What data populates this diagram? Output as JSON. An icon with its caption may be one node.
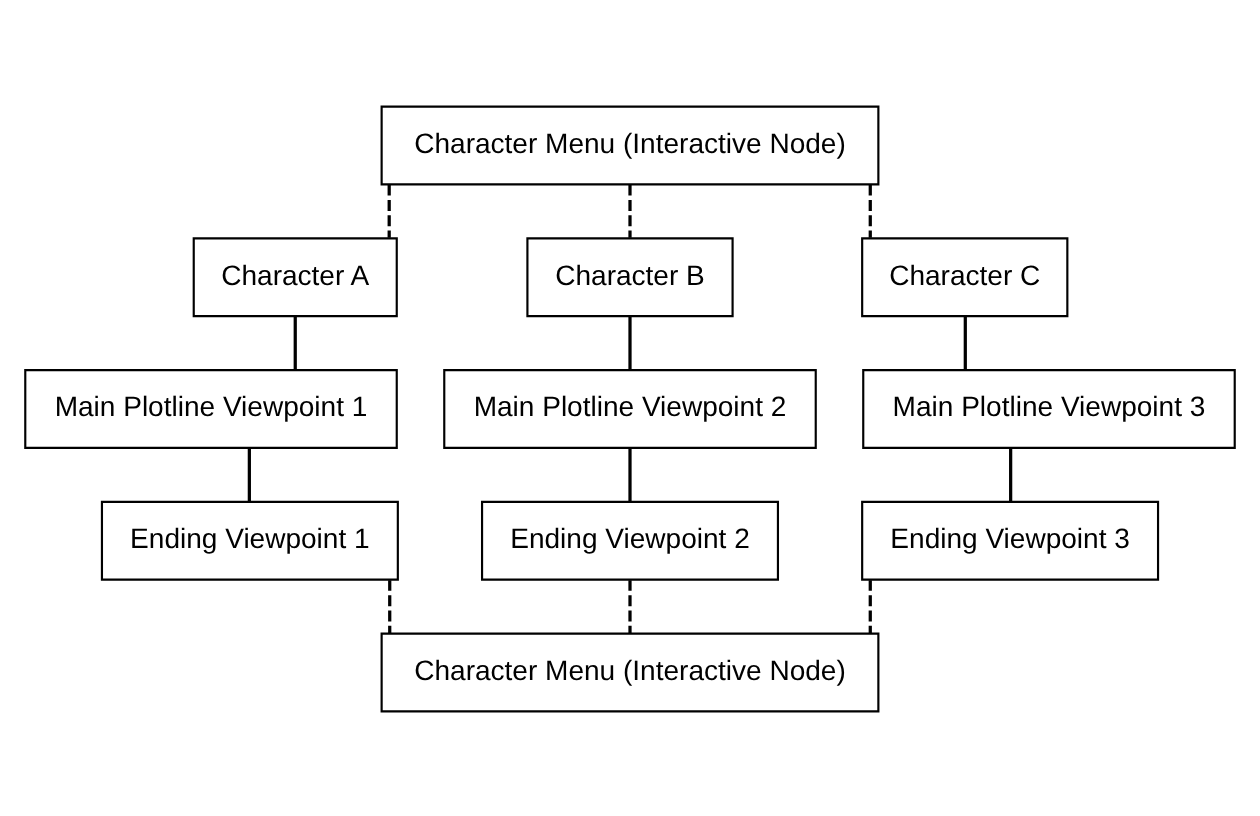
{
  "diagram": {
    "nodes": [
      {
        "text": [
          "Character Menu (Interactive Node)"
        ]
      },
      {
        "text": [
          "Character A"
        ]
      },
      {
        "text": [
          "Character B"
        ]
      },
      {
        "text": [
          "Character C"
        ]
      },
      {
        "text": [
          "Main Plotline Viewpoint 1"
        ]
      },
      {
        "text": [
          "Main Plotline Viewpoint 2"
        ]
      },
      {
        "text": [
          "Main Plotline Viewpoint 3"
        ]
      },
      {
        "text": [
          "Ending Viewpoint 1"
        ]
      },
      {
        "text": [
          "Ending Viewpoint 2"
        ]
      },
      {
        "text": [
          "Ending Viewpoint 3"
        ]
      },
      {
        "text": [
          "Character Menu (Interactive Node)"
        ]
      }
    ],
    "edges": [
      {
        "from": 0,
        "to": 1,
        "arrow": "none",
        "style": "dashed"
      },
      {
        "from": 0,
        "to": 2,
        "arrow": "none",
        "style": "dashed"
      },
      {
        "from": 0,
        "to": 3,
        "arrow": "none",
        "style": "dashed"
      },
      {
        "from": 1,
        "to": 4,
        "arrow": "none"
      },
      {
        "from": 2,
        "to": 5,
        "arrow": "none"
      },
      {
        "from": 3,
        "to": 6,
        "arrow": "none"
      },
      {
        "from": 4,
        "to": 7,
        "arrow": "none"
      },
      {
        "from": 5,
        "to": 8,
        "arrow": "none"
      },
      {
        "from": 6,
        "to": 9,
        "arrow": "none"
      },
      {
        "from": 7,
        "to": 10,
        "arrow": "none",
        "style": "dashed"
      },
      {
        "from": 8,
        "to": 10,
        "arrow": "none",
        "style": "dashed"
      },
      {
        "from": 9,
        "to": 10,
        "arrow": "none",
        "style": "dashed"
      }
    ]
  }
}
